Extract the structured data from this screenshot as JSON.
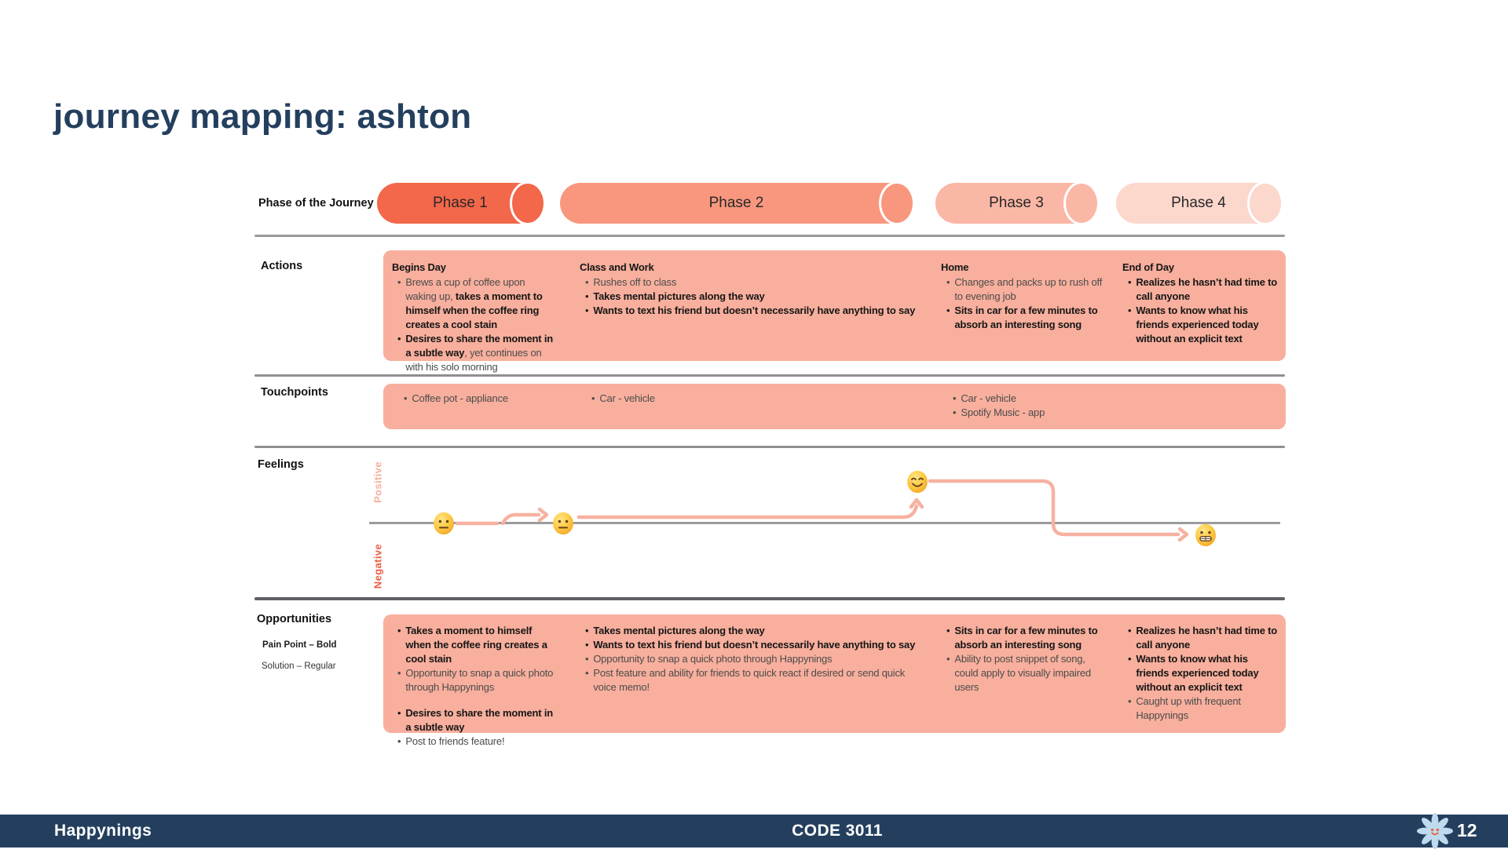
{
  "title": "journey mapping: ashton",
  "colors": {
    "navy": "#243F5E",
    "box_salmon": "#F8AF9D",
    "path_coral": "#F7B1A0",
    "axis_gray": "#9B9B9B",
    "positive_label_coral": "#F5AF9E",
    "negative_label_red": "#EF5D43",
    "phase1": "#F3674A",
    "phase2": "#F9977E",
    "phase3": "#FBB7A5",
    "phase4": "#FCD7CC",
    "flower_blue": "#BFD9EE",
    "flower_face_orange": "#E8643C"
  },
  "journey": {
    "row_labels": {
      "phase": "Phase of the Journey",
      "actions": "Actions",
      "touchpoints": "Touchpoints",
      "feelings": "Feelings",
      "opportunities": "Opportunities"
    },
    "legend": {
      "pain_point": "Pain Point – Bold",
      "solution": "Solution – Regular"
    },
    "phases": [
      {
        "label": "Phase 1"
      },
      {
        "label": "Phase 2"
      },
      {
        "label": "Phase 3"
      },
      {
        "label": "Phase 4"
      }
    ],
    "actions": {
      "columns": [
        {
          "heading": "Begins Day",
          "bullets": [
            {
              "runs": [
                {
                  "t": "Brews a cup of coffee upon waking up, ",
                  "b": false
                },
                {
                  "t": "takes a moment to himself when the coffee ring creates a cool stain",
                  "b": true
                }
              ]
            },
            {
              "runs": [
                {
                  "t": "Desires to share the moment in a subtle way",
                  "b": true
                },
                {
                  "t": ", yet continues on with his solo morning",
                  "b": false
                }
              ]
            }
          ]
        },
        {
          "heading": "Class and Work",
          "bullets": [
            {
              "runs": [
                {
                  "t": "Rushes off to class",
                  "b": false
                }
              ]
            },
            {
              "runs": [
                {
                  "t": "Takes mental pictures along the way",
                  "b": true
                }
              ]
            },
            {
              "runs": [
                {
                  "t": "Wants to text his friend but doesn’t necessarily have anything to say",
                  "b": true
                }
              ]
            }
          ]
        },
        {
          "heading": "Home",
          "bullets": [
            {
              "runs": [
                {
                  "t": "Changes and packs up to rush off to evening job",
                  "b": false
                }
              ]
            },
            {
              "runs": [
                {
                  "t": "Sits in car for a few minutes to absorb an interesting song",
                  "b": true
                }
              ]
            }
          ]
        },
        {
          "heading": "End of Day",
          "bullets": [
            {
              "runs": [
                {
                  "t": "Realizes he hasn’t had time to call anyone",
                  "b": true
                }
              ]
            },
            {
              "runs": [
                {
                  "t": "Wants to know what his friends experienced today without an explicit text",
                  "b": true
                }
              ]
            }
          ]
        }
      ]
    },
    "touchpoints": {
      "columns": [
        {
          "bullets": [
            {
              "runs": [
                {
                  "t": "Coffee pot - appliance",
                  "b": false
                }
              ]
            }
          ]
        },
        {
          "bullets": [
            {
              "runs": [
                {
                  "t": "Car - vehicle",
                  "b": false
                }
              ]
            }
          ]
        },
        {
          "bullets": [
            {
              "runs": [
                {
                  "t": "Car - vehicle",
                  "b": false
                }
              ]
            },
            {
              "runs": [
                {
                  "t": "Spotify Music - app",
                  "b": false
                }
              ]
            }
          ]
        },
        {
          "bullets": []
        }
      ]
    },
    "feelings": {
      "positive_label": "Positive",
      "negative_label": "Negative",
      "emoji_sequence": [
        "neutral-face",
        "neutral-face",
        "smiling-face",
        "grimacing-face"
      ]
    },
    "opportunities": {
      "columns": [
        {
          "bullets": [
            {
              "runs": [
                {
                  "t": "Takes a moment to himself when the coffee ring creates a cool stain",
                  "b": true
                }
              ]
            },
            {
              "runs": [
                {
                  "t": "Opportunity to snap a quick photo through Happynings",
                  "b": false
                }
              ]
            },
            {
              "gap": true,
              "runs": [
                {
                  "t": "Desires to share the moment in a subtle way",
                  "b": true
                }
              ]
            },
            {
              "runs": [
                {
                  "t": "Post to friends feature!",
                  "b": false
                }
              ]
            }
          ]
        },
        {
          "bullets": [
            {
              "runs": [
                {
                  "t": "Takes mental pictures along the way",
                  "b": true
                }
              ]
            },
            {
              "runs": [
                {
                  "t": "Wants to text his friend but doesn’t necessarily have anything to say",
                  "b": true
                }
              ]
            },
            {
              "runs": [
                {
                  "t": "Opportunity to snap a quick photo through Happynings",
                  "b": false
                }
              ]
            },
            {
              "runs": [
                {
                  "t": "Post feature and ability for friends to quick react if desired or send quick voice memo!",
                  "b": false
                }
              ]
            }
          ]
        },
        {
          "bullets": [
            {
              "runs": [
                {
                  "t": "Sits in car for a few minutes to absorb an interesting song",
                  "b": true
                }
              ]
            },
            {
              "runs": [
                {
                  "t": "Ability to post snippet of song, could apply to visually impaired users",
                  "b": false
                }
              ]
            }
          ]
        },
        {
          "bullets": [
            {
              "runs": [
                {
                  "t": "Realizes he hasn’t had time to call anyone",
                  "b": true
                }
              ]
            },
            {
              "runs": [
                {
                  "t": "Wants to know what his friends experienced today without an explicit text",
                  "b": true
                }
              ]
            },
            {
              "runs": [
                {
                  "t": "Caught up with frequent Happynings",
                  "b": false
                }
              ]
            }
          ]
        }
      ]
    }
  },
  "footer": {
    "brand": "Happynings",
    "course_code": "CODE 3011",
    "page_number": "12",
    "flower_icon": "flower-smiley-icon"
  }
}
